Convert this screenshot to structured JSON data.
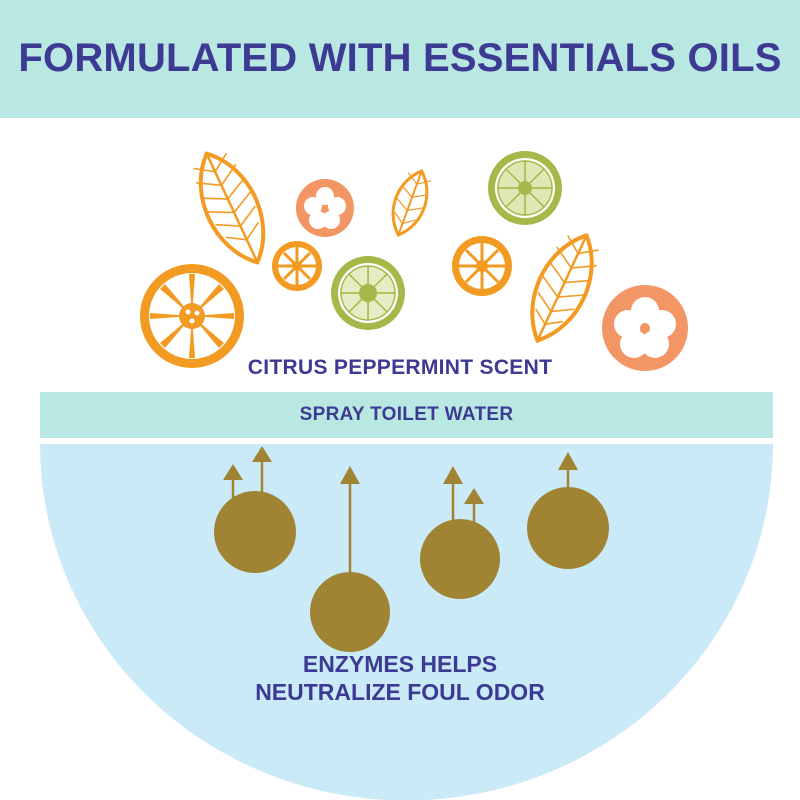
{
  "header": {
    "title": "FORMULATED WITH ESSENTIALS OILS"
  },
  "scent": {
    "label": "CITRUS PEPPERMINT SCENT"
  },
  "spray": {
    "label": "SPRAY TOILET WATER"
  },
  "enzymes": {
    "line1": "ENZYMES HELPS",
    "line2": "NEUTRALIZE FOUL ODOR"
  },
  "colors": {
    "band": "#b9e8e2",
    "text": "#3d3a93",
    "bowl": "#c9eaf6",
    "enzyme": "#a08434",
    "orange": "#f39a23",
    "coral": "#f19664",
    "lime": "#a7b84a"
  }
}
